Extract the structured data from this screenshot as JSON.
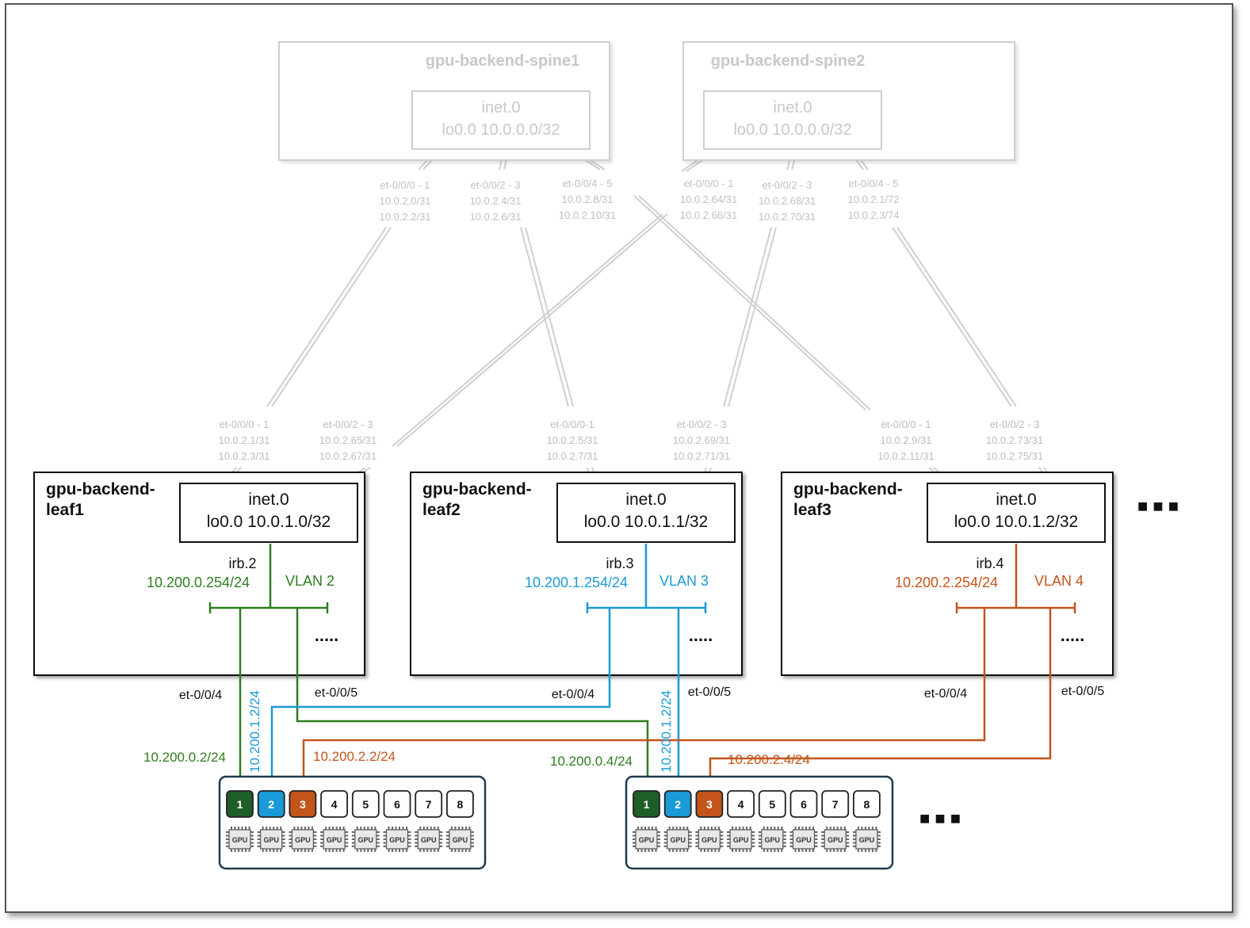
{
  "colors": {
    "green": "#2e7d1f",
    "blue": "#1a9ad6",
    "orange": "#c4541c",
    "gray": "#c8c8c8",
    "gpu_green": "#1e5e28",
    "gpu_blue": "#1a9ad6",
    "gpu_orange": "#c4541c"
  },
  "spines": [
    {
      "name": "gpu-backend-spine1",
      "table": "inet.0",
      "lo": "lo0.0 10.0.0.0/32"
    },
    {
      "name": "gpu-backend-spine2",
      "table": "inet.0",
      "lo": "lo0.0 10.0.0.0/32"
    }
  ],
  "spine_ports": [
    [
      "et-0/0/0 - 1",
      "10.0.2.0/31",
      "10.0.2.2/31"
    ],
    [
      "et-0/0/2 - 3",
      "10.0.2.4/31",
      "10.0.2.6/31"
    ],
    [
      "et-0/0/4 - 5",
      "10.0.2.8/31",
      "10.0.2.10/31"
    ],
    [
      "et-0/0/0 - 1",
      "10.0.2.64/31",
      "10.0.2.66/31"
    ],
    [
      "et-0/0/2 - 3",
      "10.0.2.68/31",
      "10.0.2.70/31"
    ],
    [
      "et-0/0/4 - 5",
      "10.0.2.1/72",
      "10.0.2.3/74"
    ]
  ],
  "leaf_ports": [
    [
      "et-0/0/0 - 1",
      "10.0.2.1/31",
      "10.0.2.3/31"
    ],
    [
      "et-0/0/2 - 3",
      "10.0.2.65/31",
      "10.0.2.67/31"
    ],
    [
      "et-0/0/0-1",
      "10.0.2.5/31",
      "10.0.2.7/31"
    ],
    [
      "et-0/0/2 - 3",
      "10.0.2.69/31",
      "10.0.2.71/31"
    ],
    [
      "et-0/0/0 - 1",
      "10.0.2.9/31",
      "10.0.2.11/31"
    ],
    [
      "et-0/0/2 - 3",
      "10.0.2.73/31",
      "10.0.2.75/31"
    ]
  ],
  "leaves": [
    {
      "name1": "gpu-backend-",
      "name2": "leaf1",
      "table": "inet.0",
      "lo": "lo0.0 10.0.1.0/32",
      "irb": "irb.2",
      "irb_ip": "10.200.0.254/24",
      "vlan": "VLAN  2",
      "more": "....."
    },
    {
      "name1": "gpu-backend-",
      "name2": "leaf2",
      "table": "inet.0",
      "lo": "lo0.0 10.0.1.1/32",
      "irb": "irb.3",
      "irb_ip": "10.200.1.254/24",
      "vlan": "VLAN  3",
      "more": "....."
    },
    {
      "name1": "gpu-backend-",
      "name2": "leaf3",
      "table": "inet.0",
      "lo": "lo0.0 10.0.1.2/32",
      "irb": "irb.4",
      "irb_ip": "10.200.2.254/24",
      "vlan": "VLAN  4",
      "more": "....."
    }
  ],
  "links": {
    "l1_p4": "et-0/0/4",
    "l1_p5": "et-0/0/5",
    "l2_p4": "et-0/0/4",
    "l2_p5": "et-0/0/5",
    "l3_p4": "et-0/0/4",
    "l3_p5": "et-0/0/5",
    "s1_g1": "10.200.0.2/24",
    "s1_g2": "10.200.1.2/24",
    "s1_g3": "10.200.2.2/24",
    "s2_g1": "10.200.0.4/24",
    "s2_g2": "10.200.1.2/24",
    "s2_g3": "10.200.2.4/24"
  },
  "servers": [
    {
      "gpus": [
        "1",
        "2",
        "3",
        "4",
        "5",
        "6",
        "7",
        "8"
      ],
      "chip": "GPU"
    },
    {
      "gpus": [
        "1",
        "2",
        "3",
        "4",
        "5",
        "6",
        "7",
        "8"
      ],
      "chip": "GPU"
    }
  ],
  "more_leaves": "■ ■ ■",
  "more_servers": "■ ■ ■"
}
